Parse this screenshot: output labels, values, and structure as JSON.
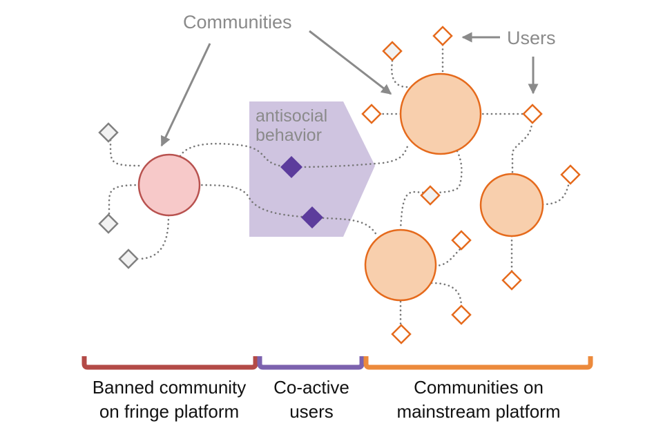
{
  "labels": {
    "communities": "Communities",
    "users": "Users",
    "behavior_line1": "antisocial",
    "behavior_line2": "behavior"
  },
  "sections": {
    "fringe": [
      "Banned community",
      "on fringe platform"
    ],
    "coactive": [
      "Co-active",
      "users"
    ],
    "mainstream": [
      "Communities on",
      "mainstream platform"
    ]
  },
  "colors": {
    "fringe_fill": "#f7c9c9",
    "fringe_stroke": "#b8524f",
    "fringe_bracket": "#b34a47",
    "mainstream_fill": "#f8cfad",
    "mainstream_stroke": "#e56a1c",
    "mainstream_bracket": "#ec8a3c",
    "coactive_bracket": "#7c62ae",
    "coactive_user": "#5c3c9c",
    "behavior_region": "#cfc4e0",
    "gray_user_fill": "#f2f2f2",
    "gray_user_stroke": "#808080",
    "annotation": "#8a8a8a"
  }
}
